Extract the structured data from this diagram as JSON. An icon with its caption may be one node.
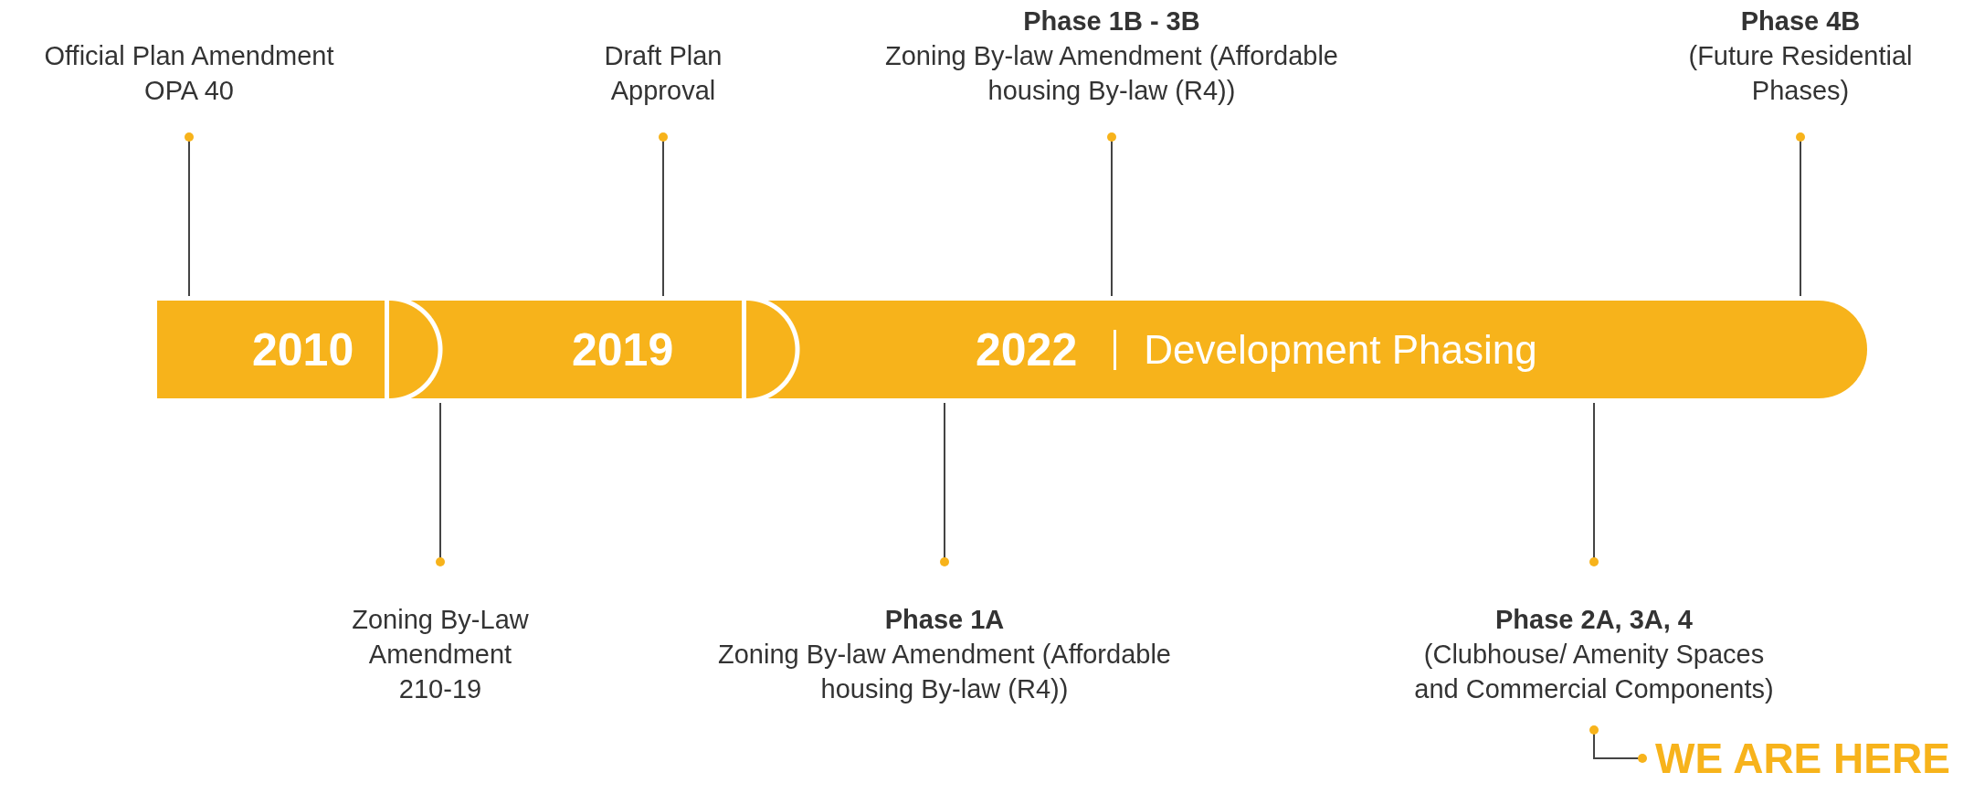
{
  "diagram": {
    "nodes": [
      {
        "text": [
          "Official Plan Amendment OPA 40"
        ]
      },
      {
        "text": [
          "Draft Plan Approval"
        ]
      },
      {
        "text": [
          "Phase 1B - 3B",
          "Zoning By-law Amendment (Affordable housing By-law (R4))"
        ]
      },
      {
        "text": [
          "Phase 4B",
          "(Future Residential Phases)"
        ]
      },
      {
        "text": [
          "2010"
        ]
      },
      {
        "text": [
          "2019"
        ]
      },
      {
        "text": [
          "2022",
          "Development Phasing"
        ]
      },
      {
        "text": [
          "Zoning By-Law Amendment 210-19"
        ]
      },
      {
        "text": [
          "Phase 1A",
          "Zoning By-law Amendment (Affordable housing By-law (R4))"
        ]
      },
      {
        "text": [
          "Phase 2A, 3A, 4",
          "(Clubhouse/ Amenity Spaces and Commercial Components)"
        ]
      },
      {
        "text": [
          "WE ARE HERE"
        ]
      }
    ],
    "edges": [
      {
        "from": 0,
        "to": 4,
        "arrow": "other"
      },
      {
        "from": 1,
        "to": 5,
        "arrow": "other"
      },
      {
        "from": 2,
        "to": 6,
        "arrow": "other"
      },
      {
        "from": 3,
        "to": 6,
        "arrow": "other"
      },
      {
        "from": 7,
        "to": 5,
        "arrow": "other"
      },
      {
        "from": 8,
        "to": 6,
        "arrow": "other"
      },
      {
        "from": 9,
        "to": 6,
        "arrow": "other"
      },
      {
        "from": 9,
        "to": 10,
        "arrow": "other"
      }
    ]
  }
}
